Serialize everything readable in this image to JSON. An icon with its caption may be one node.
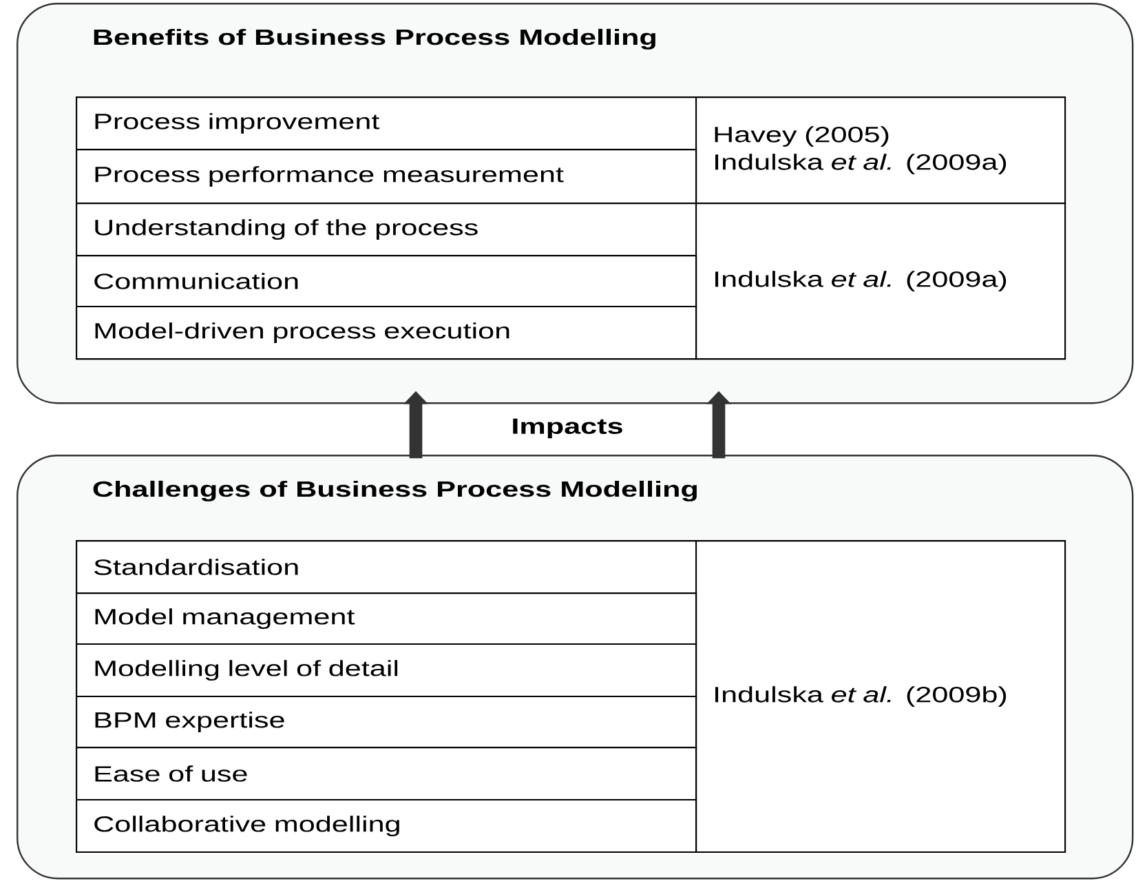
{
  "diagram": {
    "nodes": [
      {
        "text": [
          "Benefits of Business Process Modelling"
        ]
      },
      {
        "text": [
          "Process improvement"
        ],
        "in": 0
      },
      {
        "text": [
          "Havey (2005)",
          "Indulska *et al.* (2009a)"
        ],
        "in": 0
      },
      {
        "text": [
          "Process performance measurement"
        ],
        "in": 0
      },
      {
        "text": [
          "Understanding of the process"
        ],
        "in": 0
      },
      {
        "text": [
          "Indulska *et al.* (2009a)"
        ],
        "in": 0
      },
      {
        "text": [
          "Communication"
        ],
        "in": 0
      },
      {
        "text": [
          "Model-driven process execution"
        ],
        "in": 0
      },
      {
        "text": [
          "Challenges of Business Process Modelling"
        ]
      },
      {
        "text": [
          "Standardisation"
        ],
        "in": 8
      },
      {
        "text": [
          "Indulska *et al.* (2009b)"
        ],
        "in": 8
      },
      {
        "text": [
          "Model management"
        ],
        "in": 8
      },
      {
        "text": [
          "Modelling level of detail"
        ],
        "in": 8
      },
      {
        "text": [
          "BPM expertise"
        ],
        "in": 8
      },
      {
        "text": [
          "Ease of use"
        ],
        "in": 8
      },
      {
        "text": [
          "Collaborative modelling"
        ],
        "in": 8
      }
    ],
    "edges": [
      {
        "from": 8,
        "to": 0,
        "arrow": "to"
      },
      {
        "from": 8,
        "to": 0,
        "arrow": "to"
      }
    ],
    "labels": [
      "Impacts"
    ]
  }
}
